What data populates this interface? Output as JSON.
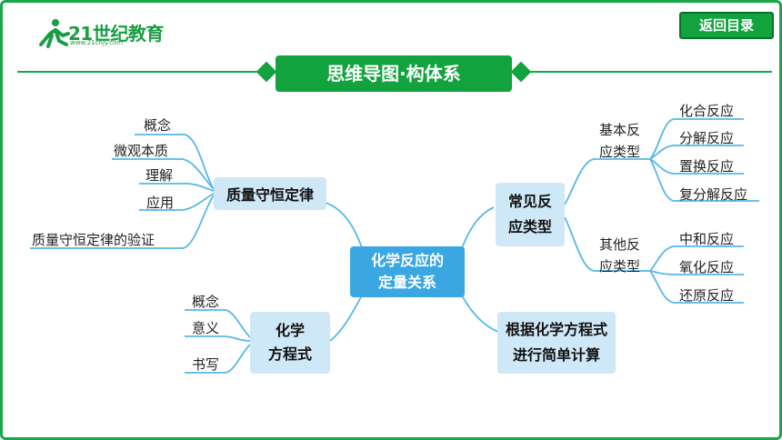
{
  "logo": {
    "text": "21世纪教育",
    "sub": "www.21cnjy.com"
  },
  "back_button": "返回目录",
  "title": "思维导图·构体系",
  "diagram": {
    "center": {
      "line1": "化学反应的",
      "line2": "定量关系"
    },
    "mass": {
      "label": "质量守恒定律",
      "items": [
        "概念",
        "微观本质",
        "理解",
        "应用",
        "质量守恒定律的验证"
      ]
    },
    "equation": {
      "line1": "化学",
      "line2": "方程式",
      "items": [
        "概念",
        "意义",
        "书写"
      ]
    },
    "reaction_types": {
      "line1": "常见反",
      "line2": "应类型",
      "basic": {
        "line1": "基本反",
        "line2": "应类型",
        "items": [
          "化合反应",
          "分解反应",
          "置换反应",
          "复分解反应"
        ]
      },
      "other": {
        "line1": "其他反",
        "line2": "应类型",
        "items": [
          "中和反应",
          "氧化反应",
          "还原反应"
        ]
      }
    },
    "calculation": {
      "line1": "根据化学方程式",
      "line2": "进行简单计算"
    }
  },
  "colors": {
    "brand_green": "#12a33e",
    "center_box": "#3aa7e3",
    "node_box": "#cfe8f7",
    "line": "#55b8e8"
  }
}
